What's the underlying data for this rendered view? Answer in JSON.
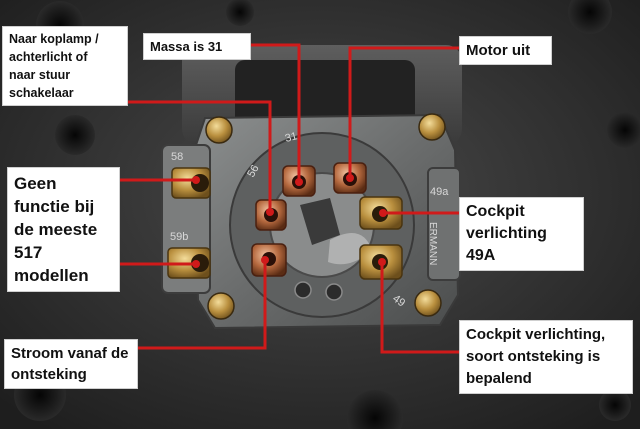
{
  "photo": {
    "connector_text": {
      "pin_31": "31",
      "pin_56": "56",
      "pin_58": "58",
      "pin_59b": "59b",
      "pin_49a": "49a",
      "pin_49": "49",
      "brand": "ERMANN"
    },
    "colors": {
      "callout_background": "#ffffff",
      "callout_text": "#111111",
      "leader_line": "#d01a1a",
      "background": "#2e2e2e"
    }
  },
  "callouts": {
    "koplamp": "Naar koplamp /\nachterlicht of\nnaar stuur\nschakelaar",
    "massa": "Massa is 31",
    "motor_uit": "Motor uit",
    "geen_functie": "Geen\nfunctie bij\nde meeste\n517\nmodellen",
    "cockpit_49a": "Cockpit\nverlichting 49A",
    "stroom": "Stroom vanaf de\nontsteking",
    "cockpit_soort": "Cockpit verlichting,\nsoort ontsteking is\nbepalend"
  }
}
